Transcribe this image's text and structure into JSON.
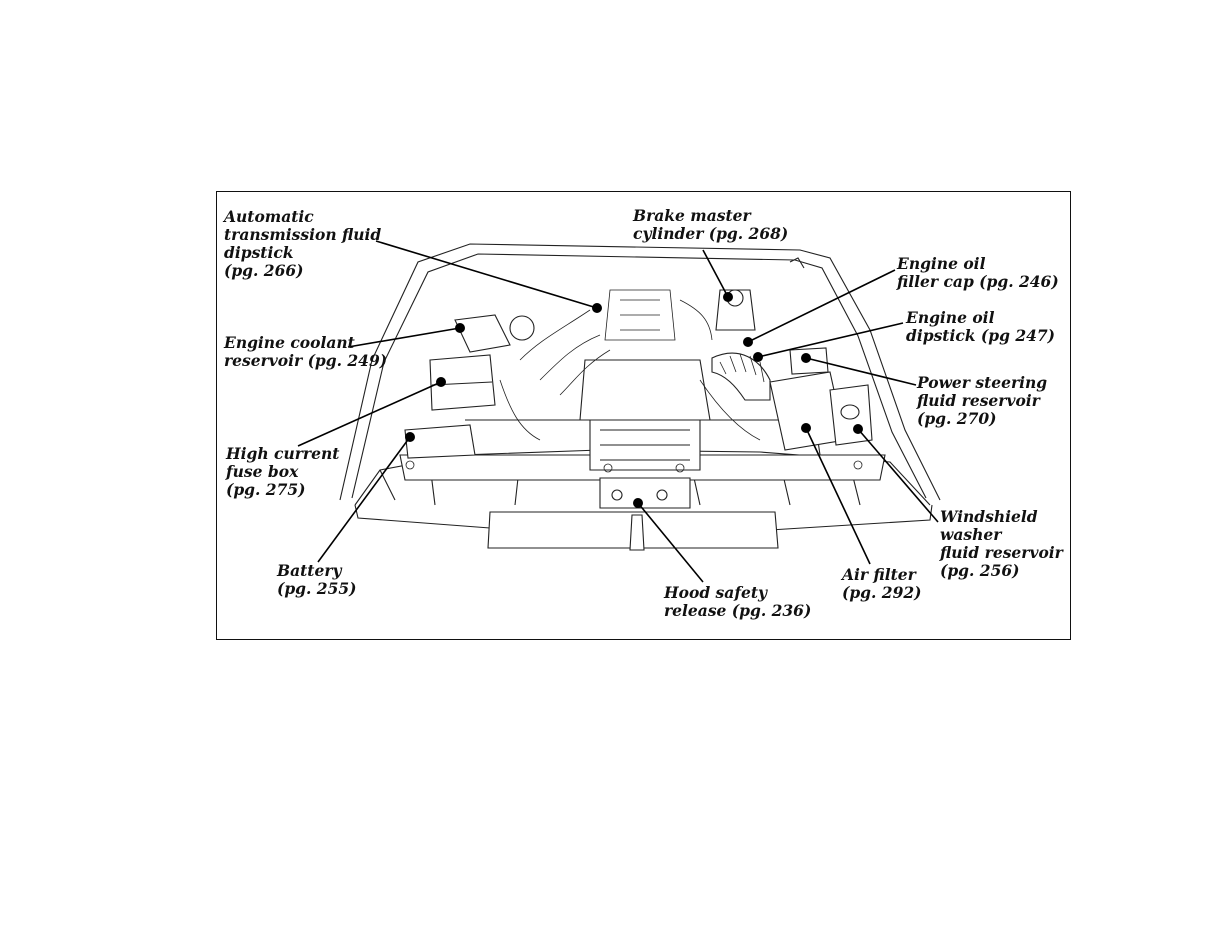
{
  "callouts": {
    "atf_dipstick": [
      "Automatic",
      "transmission fluid",
      "dipstick",
      "(pg. 266)"
    ],
    "coolant": [
      "Engine coolant",
      "reservoir (pg. 249)"
    ],
    "fuse_box": [
      "High current",
      "fuse box",
      "(pg. 275)"
    ],
    "battery": [
      "Battery",
      "(pg. 255)"
    ],
    "brake_master": [
      "Brake master",
      "cylinder (pg. 268)"
    ],
    "oil_filler": [
      "Engine oil",
      "filler cap (pg. 246)"
    ],
    "oil_dipstick": [
      "Engine oil",
      "dipstick (pg 247)"
    ],
    "power_steering": [
      "Power steering",
      "fluid reservoir",
      "(pg. 270)"
    ],
    "washer": [
      "Windshield",
      "washer",
      "fluid reservoir",
      "(pg. 256)"
    ],
    "air_filter": [
      "Air filter",
      "(pg. 292)"
    ],
    "hood_release": [
      "Hood safety",
      "release (pg. 236)"
    ]
  }
}
